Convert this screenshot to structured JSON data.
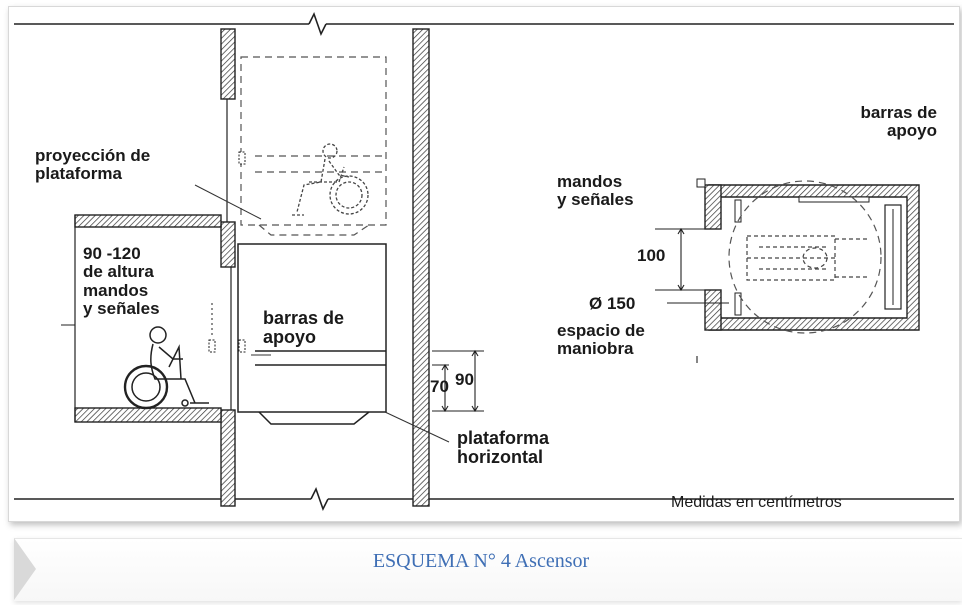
{
  "caption": "ESQUEMA N° 4 Ascensor",
  "labels": {
    "proyeccion": [
      "proyección de",
      "plataforma"
    ],
    "altura": [
      "90 -120",
      "de altura",
      "mandos",
      "y señales"
    ],
    "barras_left": [
      "barras de",
      "apoyo"
    ],
    "plataforma_horizontal": [
      "plataforma",
      "horizontal"
    ],
    "barras_right": [
      "barras de",
      "apoyo"
    ],
    "mandos_right": [
      "mandos",
      "y señales"
    ],
    "espacio": [
      "espacio de",
      "maniobra"
    ]
  },
  "dimensions": {
    "d70": "70",
    "d90": "90",
    "d100": "100",
    "d150": "Ø 150"
  },
  "note": "Medidas en centímetros",
  "colors": {
    "caption": "#3f6fb5",
    "ink": "#1a1a1a"
  }
}
